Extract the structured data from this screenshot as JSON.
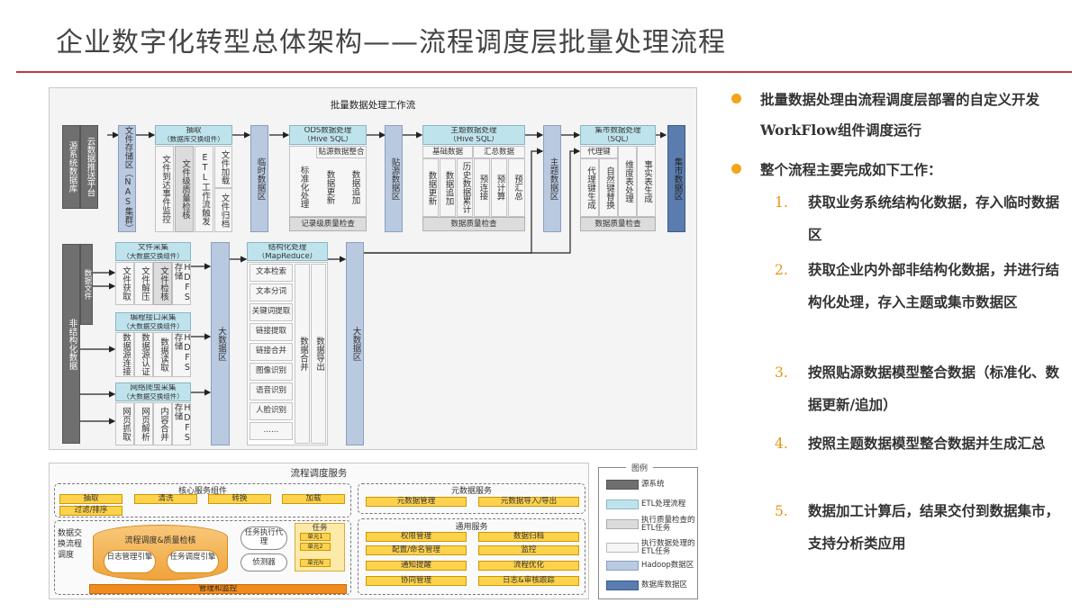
{
  "title": "企业数字化转型总体架构——流程调度层批量处理流程",
  "workflow": {
    "title": "批量数据处理工作流",
    "source_system_db": "源系统数据库",
    "cloud_push": "云数据推送平台",
    "file_storage": "文件存储区（NAS集群）",
    "extract": {
      "title": "抽取",
      "subtitle": "（数据库交换组件）",
      "cols": [
        "文件到达事件监控",
        "文件级质量检核",
        "ETL工作流触发"
      ],
      "load": "文件加载",
      "archive": "文件归档"
    },
    "temp_zone": "临时数据区",
    "ods": {
      "title": "ODS数据处理",
      "subtitle": "（Hive SQL）",
      "merge_head": "贴源数据整合",
      "cols": [
        "标准化处理",
        "数据更新",
        "数据追加"
      ],
      "footer": "记录级质量检查"
    },
    "source_zone": "贴源数据区",
    "subject": {
      "title": "主题数据处理",
      "subtitle": "（Hive SQL）",
      "base": "基础数据",
      "summary": "汇总数据",
      "cols": [
        "数据更新",
        "数据追加",
        "历史数据累计",
        "预连接",
        "预计算",
        "预汇总"
      ],
      "footer": "数据质量检查"
    },
    "subject_zone": "主题数据区",
    "mart": {
      "title": "集市数据处理",
      "subtitle": "（SQL）",
      "key": "代理键",
      "cols": [
        "代理键生成",
        "自然键替换",
        "维度表处理",
        "事实表生成"
      ],
      "footer": "数据质量检查"
    },
    "mart_zone": "集市数据区",
    "unstructured": "非结构化数据",
    "data_file": "数据文件",
    "file_collect": {
      "title": "文件采集",
      "subtitle": "（大数据交换组件）",
      "cols": [
        "文件获取",
        "文件解压",
        "文件检核",
        "HDFS存储"
      ]
    },
    "api_collect": {
      "title": "编程接口采集",
      "subtitle": "（大数据交换组件）",
      "cols": [
        "数据源连接",
        "数据源认证",
        "数据读取",
        "HDFS存储"
      ]
    },
    "crawler": {
      "title": "网络爬虫采集",
      "subtitle": "（大数据交换组件）",
      "cols": [
        "网页抓取",
        "网页解析",
        "内容合并",
        "HDFS存储"
      ]
    },
    "big_zone_1": "大数据区",
    "structuring": {
      "title": "结构化处理",
      "subtitle": "（MapReduce）",
      "items": [
        "文本检索",
        "文本分词",
        "关键词提取",
        "链接提取",
        "链接合并",
        "图像识别",
        "语音识别",
        "人脸识别",
        "……"
      ],
      "merge": "数据合并",
      "export": "数据导出"
    },
    "big_zone_2": "大数据区"
  },
  "scheduling": {
    "title": "流程调度服务",
    "core": {
      "title": "核心服务组件",
      "items": [
        "抽取",
        "清洗",
        "转换",
        "加载",
        "过滤/排序"
      ]
    },
    "meta": {
      "title": "元数据服务",
      "items": [
        "元数据管理",
        "元数据导入/导出"
      ]
    },
    "engine": {
      "side_label": "数据交换流程调度",
      "cylinder": "流程调度&质量检核",
      "log_engine": "日志管理引擎",
      "schedule_engine": "任务调度引擎",
      "agent": "任务执行代理",
      "listener": "侦测器",
      "task_title": "任务",
      "units": [
        "单元1",
        "单元2",
        "单元N"
      ],
      "monitor": "管理和监控"
    },
    "common": {
      "title": "通用服务",
      "items": [
        "权限管理",
        "数据归档",
        "配置/命名管理",
        "监控",
        "通知提醒",
        "流程优化",
        "协同管理",
        "日志&审核跟踪"
      ]
    }
  },
  "legend": {
    "title": "图例",
    "items": [
      {
        "label": "源系统",
        "color": "#6f6f6f"
      },
      {
        "label": "ETL处理流程",
        "color": "#bfe3ec"
      },
      {
        "label": "执行质量检查的ETL任务",
        "color": "#dcdcdc"
      },
      {
        "label": "执行数据处理的ETL任务",
        "color": "#f6f6f6"
      },
      {
        "label": "Hadoop数据区",
        "color": "#b9c9e0"
      },
      {
        "label": "数据库数据区",
        "color": "#5a7cae"
      }
    ]
  },
  "notes": {
    "bullet1": "批量数据处理由流程调度层部署的自定义开发WorkFlow组件调度运行",
    "bullet2": "整个流程主要完成如下工作：",
    "steps": [
      {
        "num": "1.",
        "text": "获取业务系统结构化数据，存入临时数据区"
      },
      {
        "num": "2.",
        "text": "获取企业内外部非结构化数据，并进行结构化处理，存入主题或集市数据区"
      },
      {
        "num": "3.",
        "text": "按照贴源数据模型整合数据（标准化、数据更新/追加）"
      },
      {
        "num": "4.",
        "text": "按照主题数据模型整合数据并生成汇总"
      },
      {
        "num": "5.",
        "text": "数据加工计算后，结果交付到数据集市，支持分析类应用"
      }
    ],
    "accent": "#f5a31c"
  }
}
